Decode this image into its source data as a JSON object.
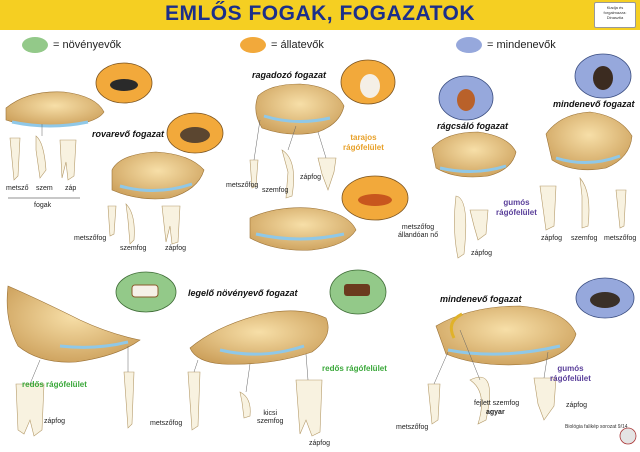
{
  "title": "EMLŐS FOGAK, FOGAZATOK",
  "logo_text": "Kiadja és forgalmazza: Dinasztia",
  "colors": {
    "banner": "#f5cf22",
    "title": "#1c2f8a",
    "herbivore": "#93c989",
    "carnivore": "#f2a93b",
    "omnivore": "#96a8dc",
    "bone": "#ecc98a",
    "bone_dark": "#c99b55",
    "tooth": "#f8f2e0",
    "green_text": "#3aa83a",
    "orange_text": "#e8a12a",
    "purple_text": "#5a3f9a"
  },
  "legend": [
    {
      "label": "= növényevők",
      "color": "#93c989"
    },
    {
      "label": "= állatevők",
      "color": "#f2a93b"
    },
    {
      "label": "= mindenevők",
      "color": "#96a8dc"
    }
  ],
  "headings": {
    "rovarevo": "rovarevő fogazat",
    "ragadozo": "ragadozó fogazat",
    "ragcsalo": "rágcsáló fogazat",
    "mindenevo_top": "mindenevő fogazat",
    "legelo": "legelő növényevő fogazat",
    "mindenevo_bottom": "mindenevő fogazat"
  },
  "surfaces": {
    "tarajos": "tarajos\nrágófelület",
    "gumos_top": "gumós\nrágófelület",
    "redos_left": "redős rágófelület",
    "redos_right": "redős rágófelület",
    "gumos_bottom": "gumós\nrágófelület"
  },
  "labels": {
    "metszo_a": "metsző",
    "szem_a": "szem",
    "zap_a": "záp",
    "fogak": "fogak",
    "metszofog_1": "metszőfog",
    "szemfog_1": "szemfog",
    "zapfog_1": "zápfog",
    "metszofog_2": "metszőfog",
    "szemfog_2": "szemfog",
    "zapfog_2": "zápfog",
    "metszofog_3": "metszőfog\nállandóan nő",
    "zapfog_3": "zápfog",
    "zapfog_4": "zápfog",
    "szemfog_4": "szemfog",
    "metszofog_4": "metszőfog",
    "zapfog_5": "zápfog",
    "metszofog_5": "metszőfog",
    "kicsi_szemfog": "kicsi\nszemfog",
    "zapfog_6": "zápfog",
    "metszofog_6": "metszőfog",
    "fejlett_szemfog": "fejlett szemfog",
    "agyar": "agyar",
    "zapfog_7": "zápfog"
  },
  "credit": "Biológia falikép sorozat 9/14"
}
